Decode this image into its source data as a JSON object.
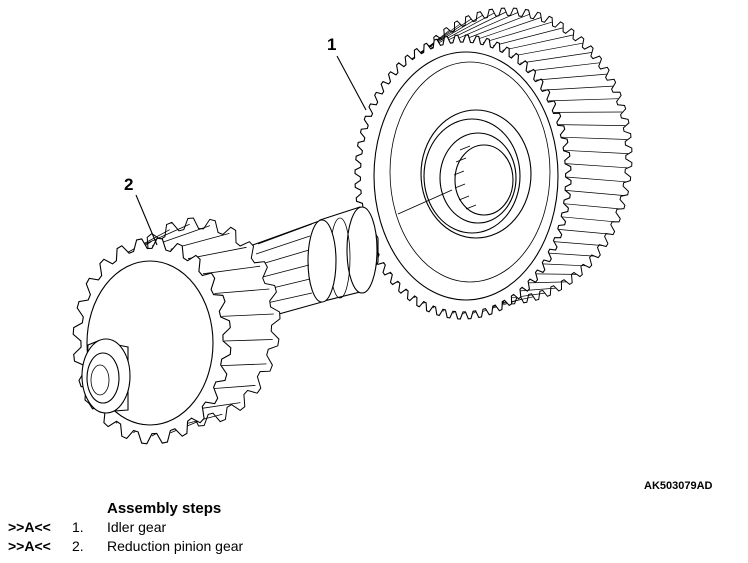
{
  "callouts": [
    "1",
    "2"
  ],
  "figure_code": "AK503079AD",
  "steps_heading": "Assembly steps",
  "steps": [
    {
      "mark": ">>A<<",
      "number": "1.",
      "label": "Idler gear"
    },
    {
      "mark": ">>A<<",
      "number": "2.",
      "label": "Reduction pinion gear"
    }
  ],
  "gears": [
    {
      "teeth": 64
    },
    {
      "teeth": 24
    }
  ]
}
